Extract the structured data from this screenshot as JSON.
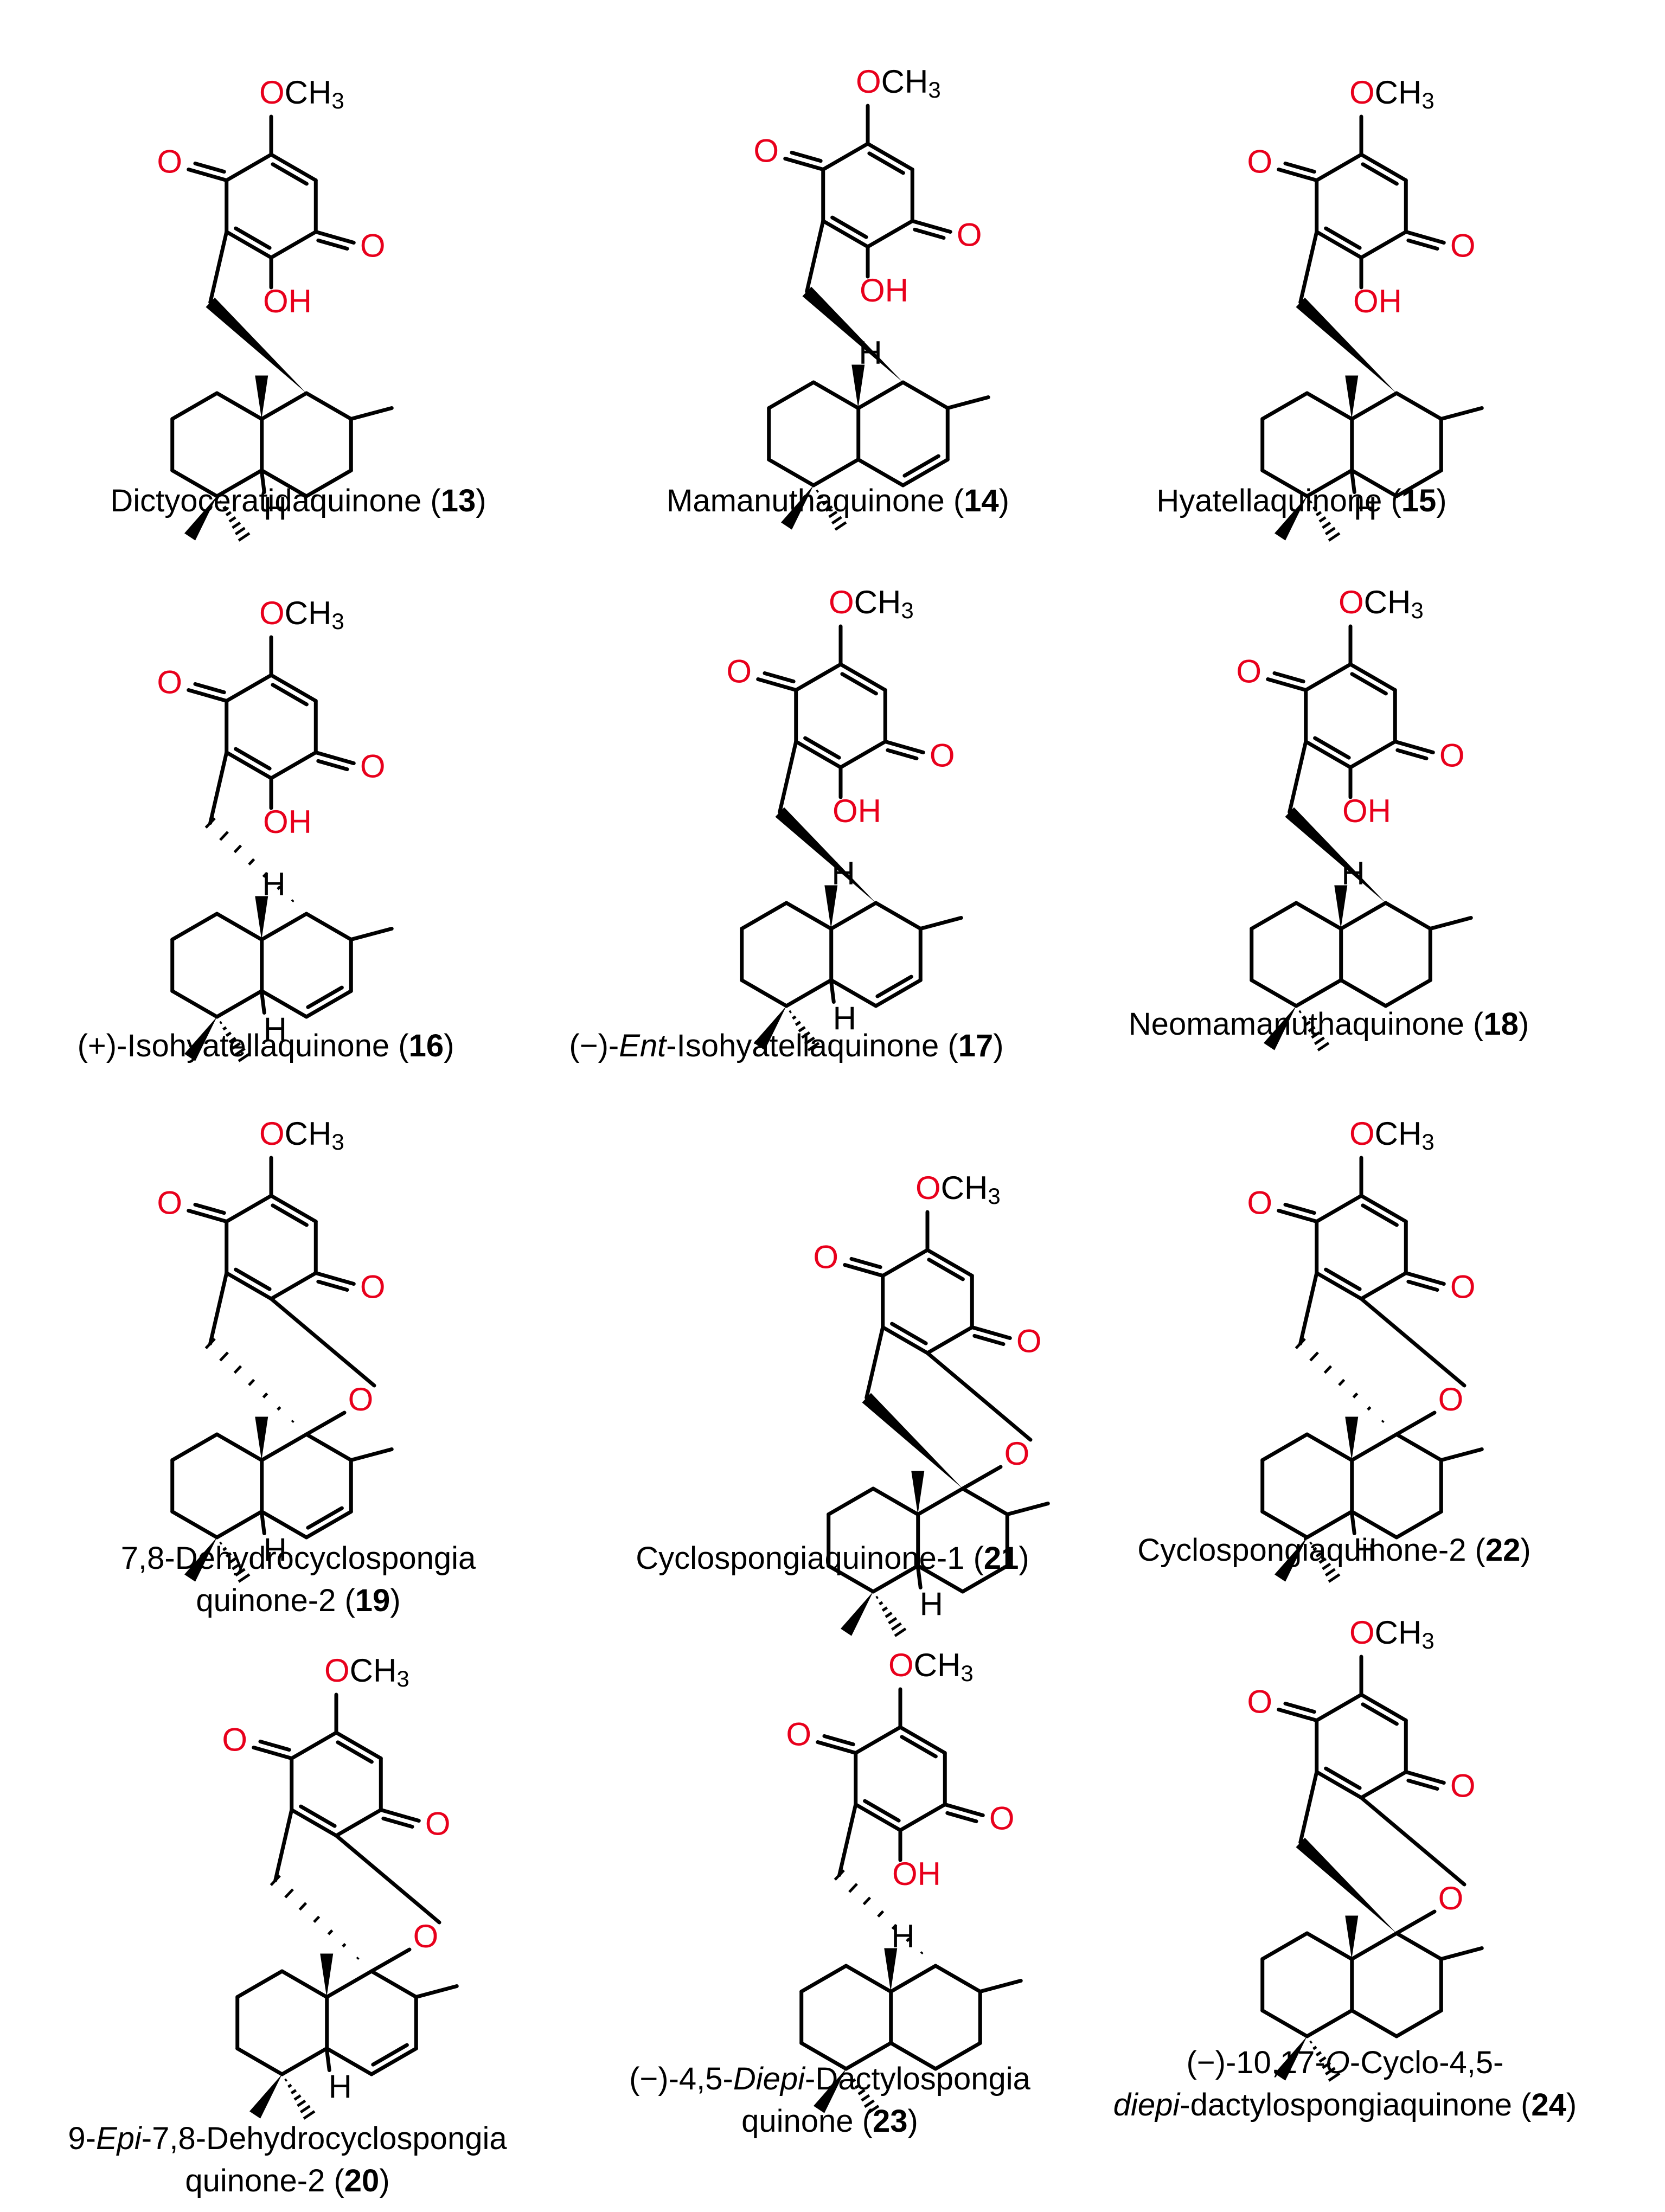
{
  "colors": {
    "bond": "#000000",
    "hetero": "#e8001c"
  },
  "atoms": {
    "methoxy": "OCH",
    "methoxy_sub": "3",
    "oxygen": "O",
    "hydroxyl": "OH",
    "hydrogen": "H"
  },
  "compounds": [
    {
      "id": "c13",
      "number": "13",
      "name": "Dictyoceratidaquinone"
    },
    {
      "id": "c14",
      "number": "14",
      "name": "Mamanuthaquinone"
    },
    {
      "id": "c15",
      "number": "15",
      "name": "Hyatellaquinone"
    },
    {
      "id": "c16",
      "number": "16",
      "name": "(+)-Isohyatellaquinone"
    },
    {
      "id": "c17",
      "number": "17",
      "name_prefix": "(−)-",
      "name_italic": "Ent",
      "name_suffix": "-Isohyatellaquinone"
    },
    {
      "id": "c18",
      "number": "18",
      "name": "Neomamanuthaquinone"
    },
    {
      "id": "c19",
      "number": "19",
      "name_line1": "7,8-Dehydrocyclospongia",
      "name_line2": "quinone-2"
    },
    {
      "id": "c21",
      "number": "21",
      "name": "Cyclospongiaquinone-1"
    },
    {
      "id": "c22",
      "number": "22",
      "name": "Cyclospongiaquinone-2"
    },
    {
      "id": "c20",
      "number": "20",
      "line1_italic_head": "9-",
      "line1_italic": "Epi",
      "line1_tail": "-7,8-Dehydrocyclospongia",
      "name_line2": "quinone-2"
    },
    {
      "id": "c23",
      "number": "23",
      "line1_head": "(−)-4,5-",
      "line1_italic": "Diepi",
      "line1_tail": "-Dactylospongia",
      "name_line2": "quinone"
    },
    {
      "id": "c24",
      "number": "24",
      "line1_head": "(−)-10,17-",
      "line1_italic": "O",
      "line1_tail": "-Cyclo-4,5-",
      "line2_italic": "diepi",
      "line2_tail": "-dactylospongiaquinone"
    }
  ]
}
